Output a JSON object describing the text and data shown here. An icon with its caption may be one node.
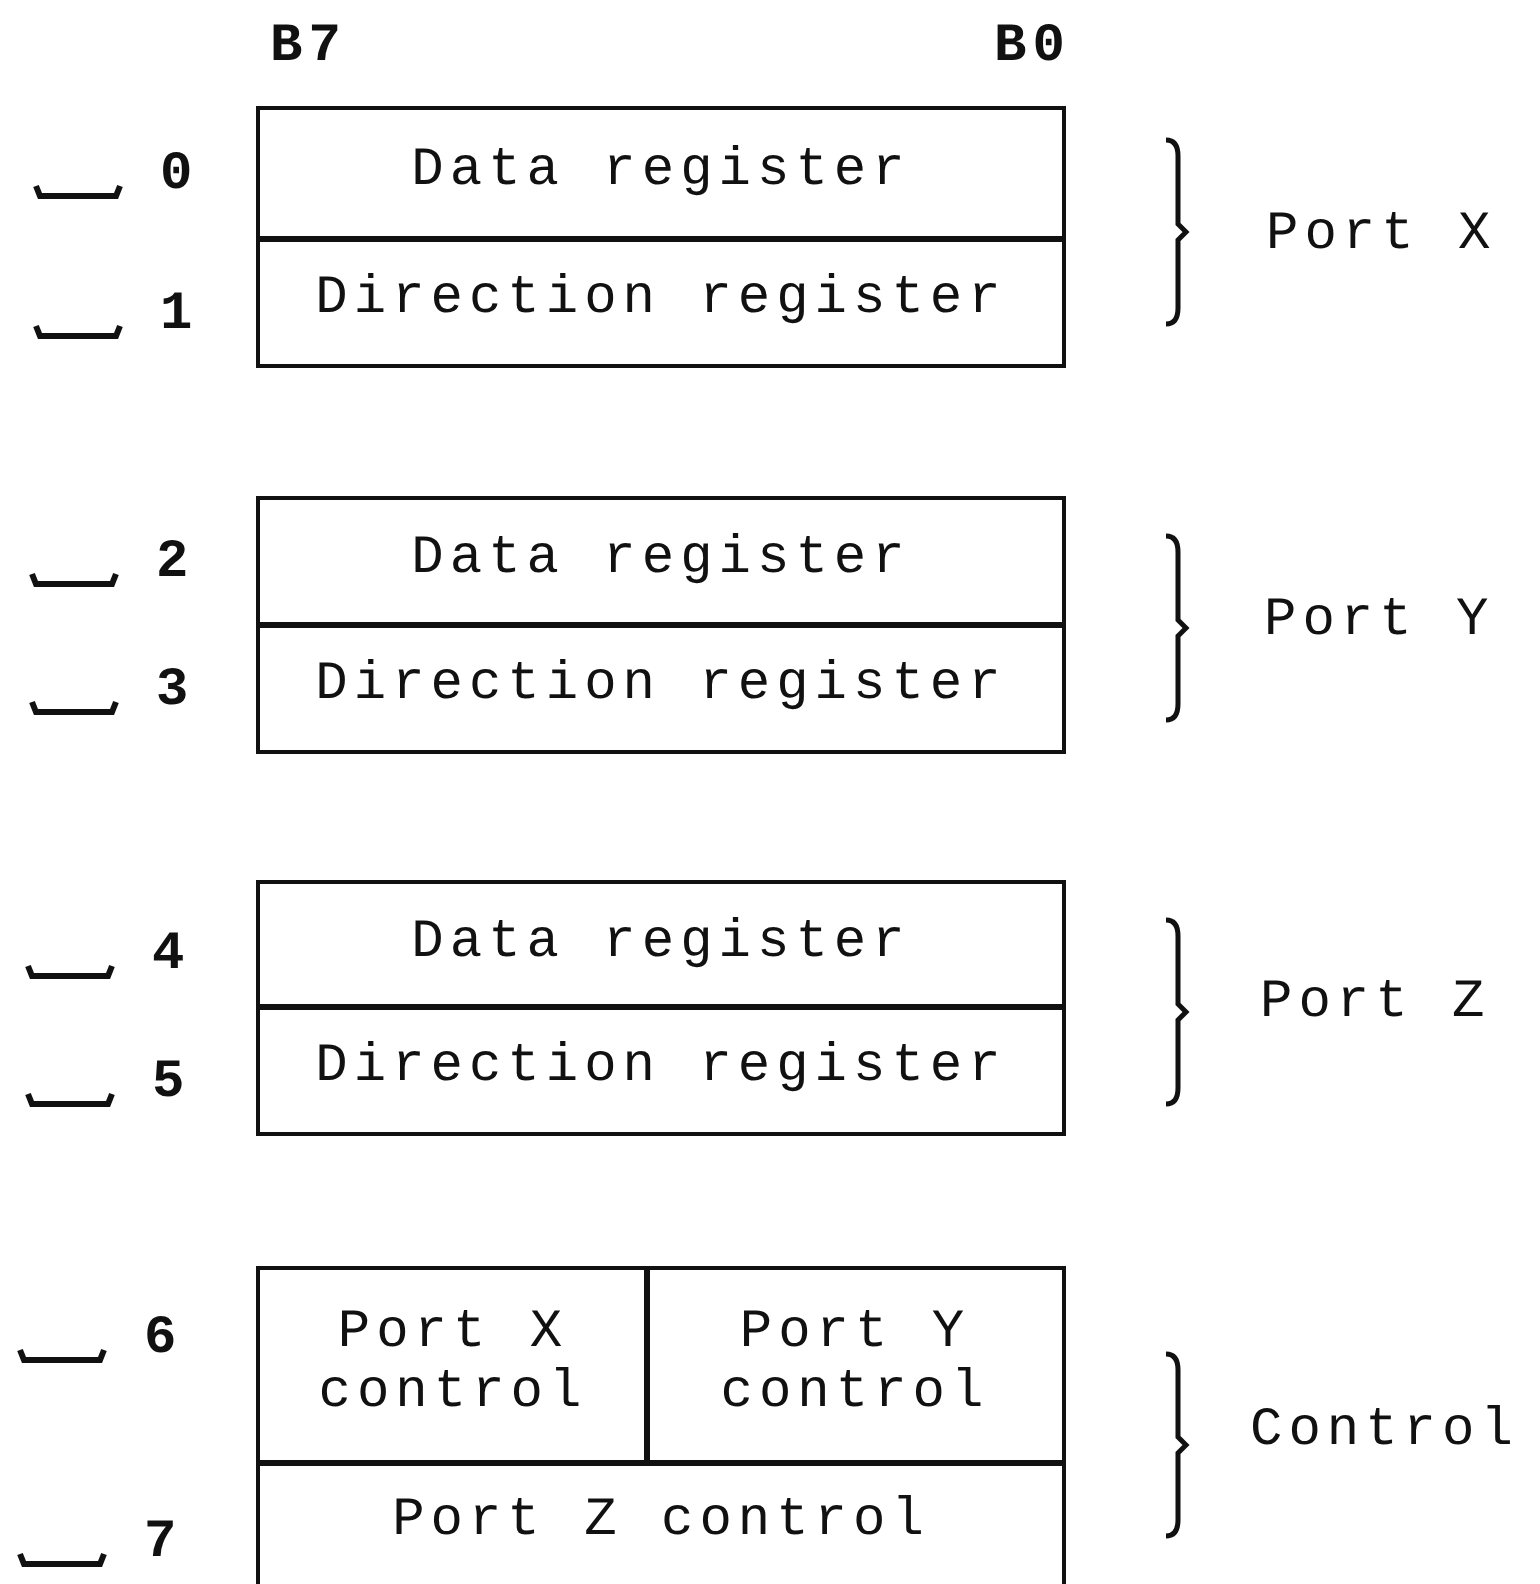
{
  "diagram": {
    "nodes": [
      {
        "text": [
          "Data register"
        ]
      },
      {
        "text": [
          "Direction register"
        ]
      },
      {
        "text": [
          "Data register"
        ]
      },
      {
        "text": [
          "Direction register"
        ]
      },
      {
        "text": [
          "Data register"
        ]
      },
      {
        "text": [
          "Direction register"
        ]
      },
      {
        "text": [
          "Port X control"
        ]
      },
      {
        "text": [
          "Port Y control"
        ]
      },
      {
        "text": [
          "Port Z control"
        ]
      }
    ],
    "labels": [
      "B7",
      "B0",
      "0",
      "Port X",
      "1",
      "2",
      "Port Y",
      "3",
      "4",
      "Port Z",
      "5",
      "6",
      "Control",
      "7"
    ]
  }
}
